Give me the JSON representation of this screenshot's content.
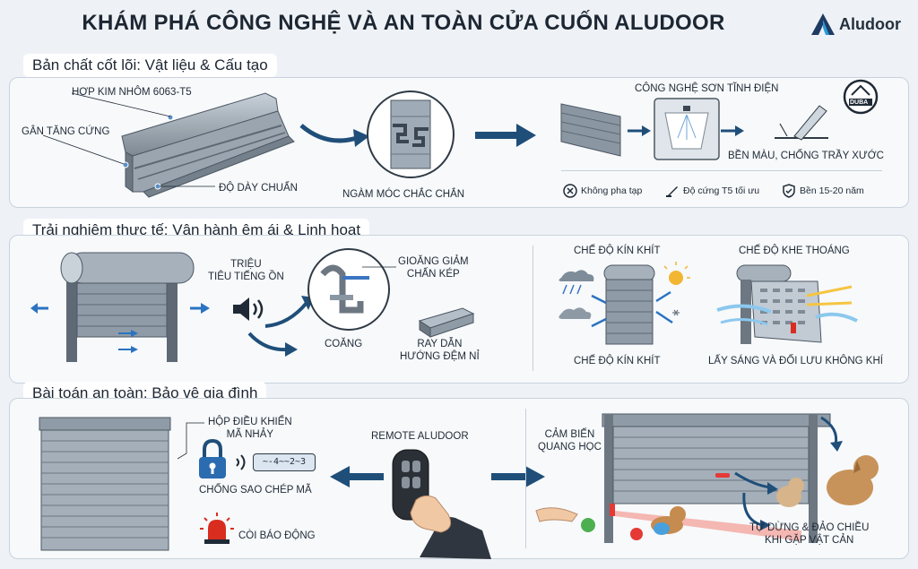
{
  "title": "KHÁM PHÁ CÔNG NGHỆ VÀ AN TOÀN CỬA CUỐN ALUDOOR",
  "logo": {
    "text": "Aludoor"
  },
  "colors": {
    "accent": "#1f4e79",
    "alarm": "#d92d20",
    "sensor": "#e53935",
    "steel": "#8e9aa6"
  },
  "section1": {
    "heading": "Bản chất cốt lõi: Vật liệu & Cấu tạo",
    "profile_labels": [
      "HỢP KIM NHÔM 6063-T5",
      "GÂN TĂNG CỨNG",
      "ĐỘ DÀY CHUẨN"
    ],
    "hook_label": "NGÀM MÓC CHẮC CHẮN",
    "paint_title": "CÔNG NGHỆ SƠN TĨNH ĐIỆN",
    "paint_result": "BỀN MÀU, CHỐNG TRẦY XƯỚC",
    "badge_text": "DUBA",
    "features": [
      {
        "icon": "x-circle-icon",
        "text": "Không pha tạp"
      },
      {
        "icon": "hardness-icon",
        "text": "Độ cứng T5 tối ưu"
      },
      {
        "icon": "shield-check-icon",
        "text": "Bền 15-20 năm"
      }
    ]
  },
  "section2": {
    "heading": "Trải nghiệm thực tế: Vận hành êm ái & Linh hoạt",
    "noise_label": "TRIỆU\nTIÊU TIẾNG ỒN",
    "gasket_label": "GIOĂNG GIẢM\nCHẤN KÉP",
    "coang_label": "COĂNG",
    "rail_label": "RAY DẪN\nHƯỚNG ĐỆM NỈ",
    "mode_closed_title": "CHẾ ĐỘ KÍN KHÍT",
    "mode_closed_caption": "CHẾ ĐỘ KÍN KHÍT",
    "mode_vent_title": "CHẾ ĐỘ KHE THOÁNG",
    "mode_vent_caption": "LẤY SÁNG VÀ ĐỐI LƯU KHÔNG KHÍ"
  },
  "section3": {
    "heading": "Bài toán an toàn: Bảo vệ gia đình",
    "control_box_label": "HỘP ĐIỀU KHIỂN\nMÃ NHẢY",
    "code_display": "~-4~~2~3",
    "anti_copy_label": "CHỐNG SAO CHÉP MÃ",
    "alarm_label": "CÒI BÁO ĐỘNG",
    "remote_label": "REMOTE ALUDOOR",
    "sensor_label": "CẢM BIẾN\nQUANG HỌC",
    "auto_stop_label": "TỰ DỪNG & ĐẢO CHIỀU\nKHI GẶP VẬT CẢN"
  }
}
